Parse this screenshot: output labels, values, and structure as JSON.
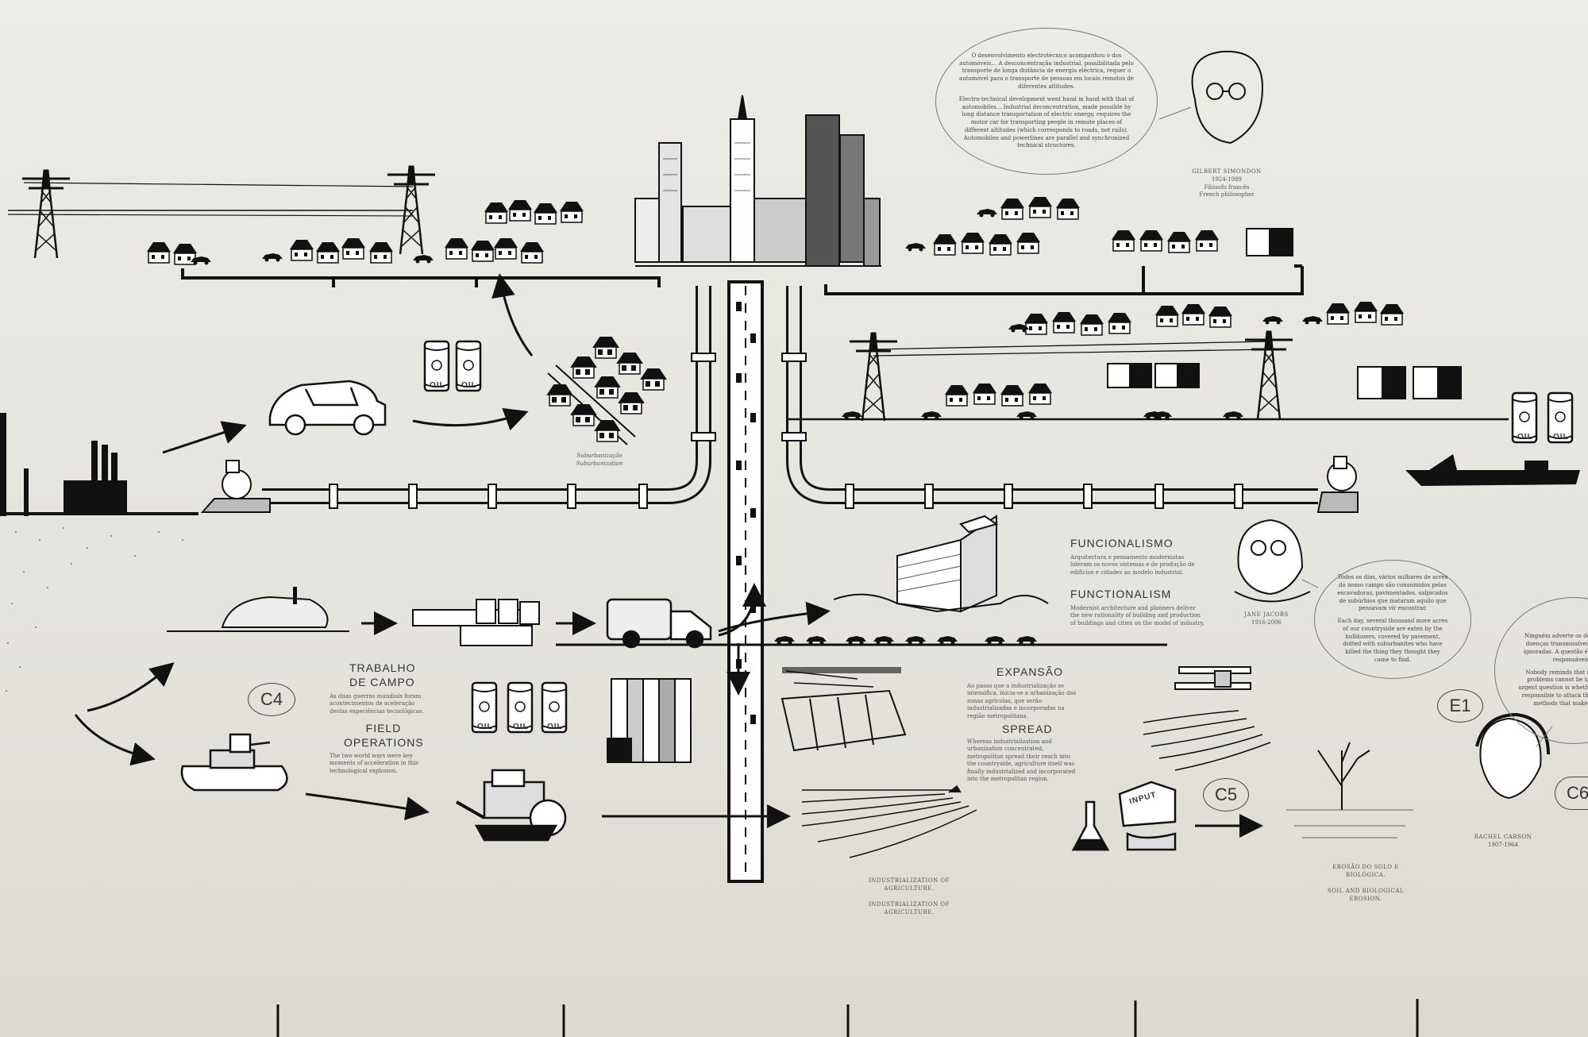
{
  "labels": {
    "funcionalismo": "FUNCIONALISMO",
    "functionalism": "FUNCTIONALISM",
    "trabalho": "TRABALHO DE CAMPO",
    "field_ops": "FIELD OPERATIONS",
    "expansao": "EXPANSÃO",
    "spread": "SPREAD",
    "industrialization_pt": "INDUSTRIALIZATION OF AGRICULTURE.",
    "industrialization_en": "INDUSTRIALIZATION OF AGRICULTURE.",
    "erosao": "EROSÃO DO SOLO E BIOLÓGICA.",
    "soil_erosion": "SOIL AND BIOLOGICAL EROSION.",
    "suburbanization_pt": "Suburbanização",
    "suburbanization_en": "Suburbanization",
    "input": "INPUT",
    "oil": "OIL"
  },
  "codes": {
    "c4": "C4",
    "c5": "C5",
    "c6": "C6",
    "e1": "E1"
  },
  "people": {
    "simondon_name": "GILBERT SIMONDON",
    "simondon_dates": "1924-1989",
    "simondon_role": "Filósofo francês",
    "simondon_role_en": "French philosopher",
    "jacobs_name": "JANE JACOBS",
    "jacobs_dates": "1916-2006",
    "carson_name": "RACHEL CARSON",
    "carson_dates": "1907-1964"
  },
  "quotes": {
    "simondon_pt": "O desenvolvimento electrotécnico acompanhou o dos automóveis... A desconcentração industrial, possibilitada pelo transporte de longa distância de energia eléctrica, requer o automóvel para o transporte de pessoas em locais remotos de diferentes altitudes.",
    "simondon_en": "Electro-technical development went hand in hand with that of automobiles... Industrial deconcentration, made possible by long distance transportation of electric energy, requires the motor car for transporting people in remote places of different altitudes (which corresponds to roads, not rails). Automobiles and powerlines are parallel and synchronized technical structures.",
    "jacobs_pt": "Todos os dias, vários milhares de acres do nosso campo são consumidos pelas escavadoras, pavimentados, salpicados de subúrbios que mataram aquilo que pensavam vir encontrar.",
    "jacobs_en": "Each day, several thousand more acres of our countryside are eaten by the bulldozers, covered by pavement, dotted with suburbanites who have killed the thing they thought they came to find.",
    "carson_pt": "Ninguém adverte os doentes que... doenças transmissíveis devem ser ignoradas. A questão é se somos ou responsáveis...",
    "carson_en": "Nobody reminds that insect borne problems cannot be ignored. The urgent question is whether it is wise or responsible to attack the problem by methods that make it worse."
  },
  "captions": {
    "funcionalismo": "Arquitectura e pensamento modernistas lideram os novos sistemas e de produção de edifícios e cidades ao modelo industrial.",
    "functionalism": "Modernist architecture and planners deliver the new rationality of building and production of buildings and cities on the model of industry.",
    "trabalho": "As duas guerras mundiais foram acontecimentos de aceleração destas experiências tecnológicas.",
    "field_ops": "The two world wars were key moments of acceleration in this technological explosion.",
    "expansao": "Ao passo que a industrialização se intensifica, inicia-se a urbanização das zonas agrícolas, que serão industrializadas e incorporadas na região metropolitana.",
    "spread": "Whereas industrialization and urbanization concentrated, metropolitan spread their reach into the countryside, agriculture itself was finally industrialized and incorporated into the metropolitan region."
  },
  "colors": {
    "wall": "#e9e6e0",
    "ink": "#111111"
  }
}
